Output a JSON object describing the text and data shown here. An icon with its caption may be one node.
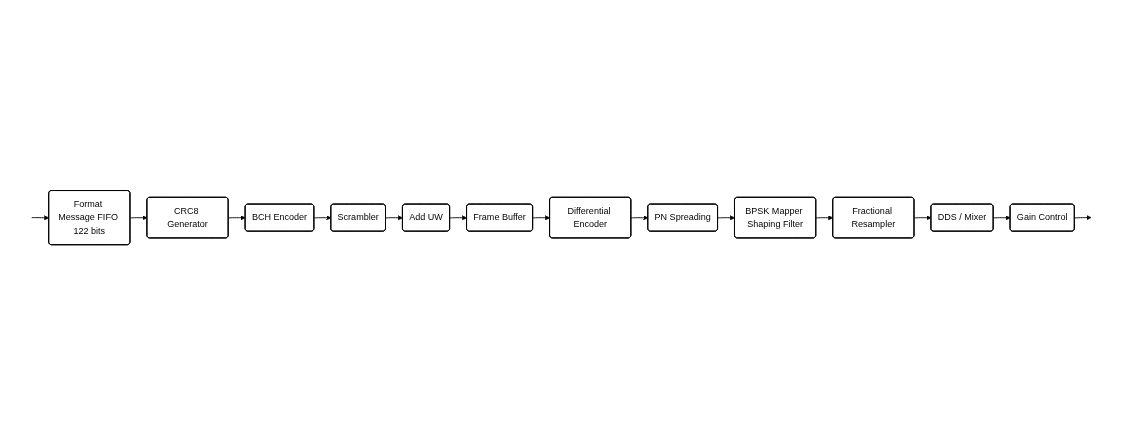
{
  "diagram": {
    "nodes": [
      {
        "text": [
          "Format Message FIFO 122 bits"
        ]
      },
      {
        "text": [
          "CRC8 Generator"
        ]
      },
      {
        "text": [
          "BCH Encoder"
        ]
      },
      {
        "text": [
          "Scrambler"
        ]
      },
      {
        "text": [
          "Add UW"
        ]
      },
      {
        "text": [
          "Frame Buffer"
        ]
      },
      {
        "text": [
          "Differential Encoder"
        ]
      },
      {
        "text": [
          "PN Spreading"
        ]
      },
      {
        "text": [
          "BPSK Mapper Shaping Filter"
        ]
      },
      {
        "text": [
          "Fractional Resampler"
        ]
      },
      {
        "text": [
          "DDS / Mixer"
        ]
      },
      {
        "text": [
          "Gain Control"
        ]
      }
    ],
    "edges": [
      {
        "from": null,
        "to": 0,
        "arrow": "to"
      },
      {
        "from": 0,
        "to": 1,
        "arrow": "to"
      },
      {
        "from": 1,
        "to": 2,
        "arrow": "to"
      },
      {
        "from": 2,
        "to": 3,
        "arrow": "to"
      },
      {
        "from": 3,
        "to": 4,
        "arrow": "to"
      },
      {
        "from": 4,
        "to": 5,
        "arrow": "to"
      },
      {
        "from": 5,
        "to": 6,
        "arrow": "to"
      },
      {
        "from": 6,
        "to": 7,
        "arrow": "to"
      },
      {
        "from": 7,
        "to": 8,
        "arrow": "to"
      },
      {
        "from": 8,
        "to": 9,
        "arrow": "to"
      },
      {
        "from": 9,
        "to": 10,
        "arrow": "to"
      },
      {
        "from": 10,
        "to": 11,
        "arrow": "to"
      },
      {
        "from": 11,
        "to": null,
        "arrow": "to"
      }
    ]
  }
}
